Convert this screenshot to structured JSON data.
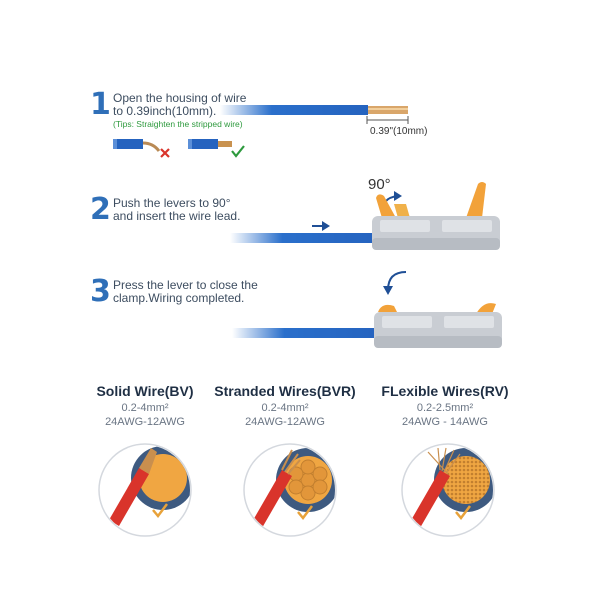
{
  "steps": [
    {
      "number": "1",
      "text_line1": "Open the housing of wire",
      "text_line2": "to 0.39inch(10mm).",
      "tip": "(Tips:  Straighten the stripped wire)",
      "measure": "0.39\"(10mm)"
    },
    {
      "number": "2",
      "text_line1": "Push the levers to 90°",
      "text_line2": "and insert the wire lead.",
      "angle": "90°"
    },
    {
      "number": "3",
      "text_line1": "Press the lever to close the",
      "text_line2": "clamp.Wiring completed."
    }
  ],
  "wire_types": [
    {
      "title": "Solid Wire(BV)",
      "range_mm": "0.2-4mm²",
      "range_awg": "24AWG-12AWG"
    },
    {
      "title": "Stranded Wires(BVR)",
      "range_mm": "0.2-4mm²",
      "range_awg": "24AWG-12AWG"
    },
    {
      "title": "FLexible Wires(RV)",
      "range_mm": "0.2-2.5mm²",
      "range_awg": "24AWG - 14AWG"
    }
  ],
  "colors": {
    "accent_blue": "#2f6fb8",
    "wire_blue": "#2563bf",
    "lever_orange": "#f2a23a",
    "housing_grey": "#c9cdd3",
    "tip_green": "#2e9a3e",
    "cross_red": "#d9342b",
    "check_orange": "#e8a23a"
  }
}
